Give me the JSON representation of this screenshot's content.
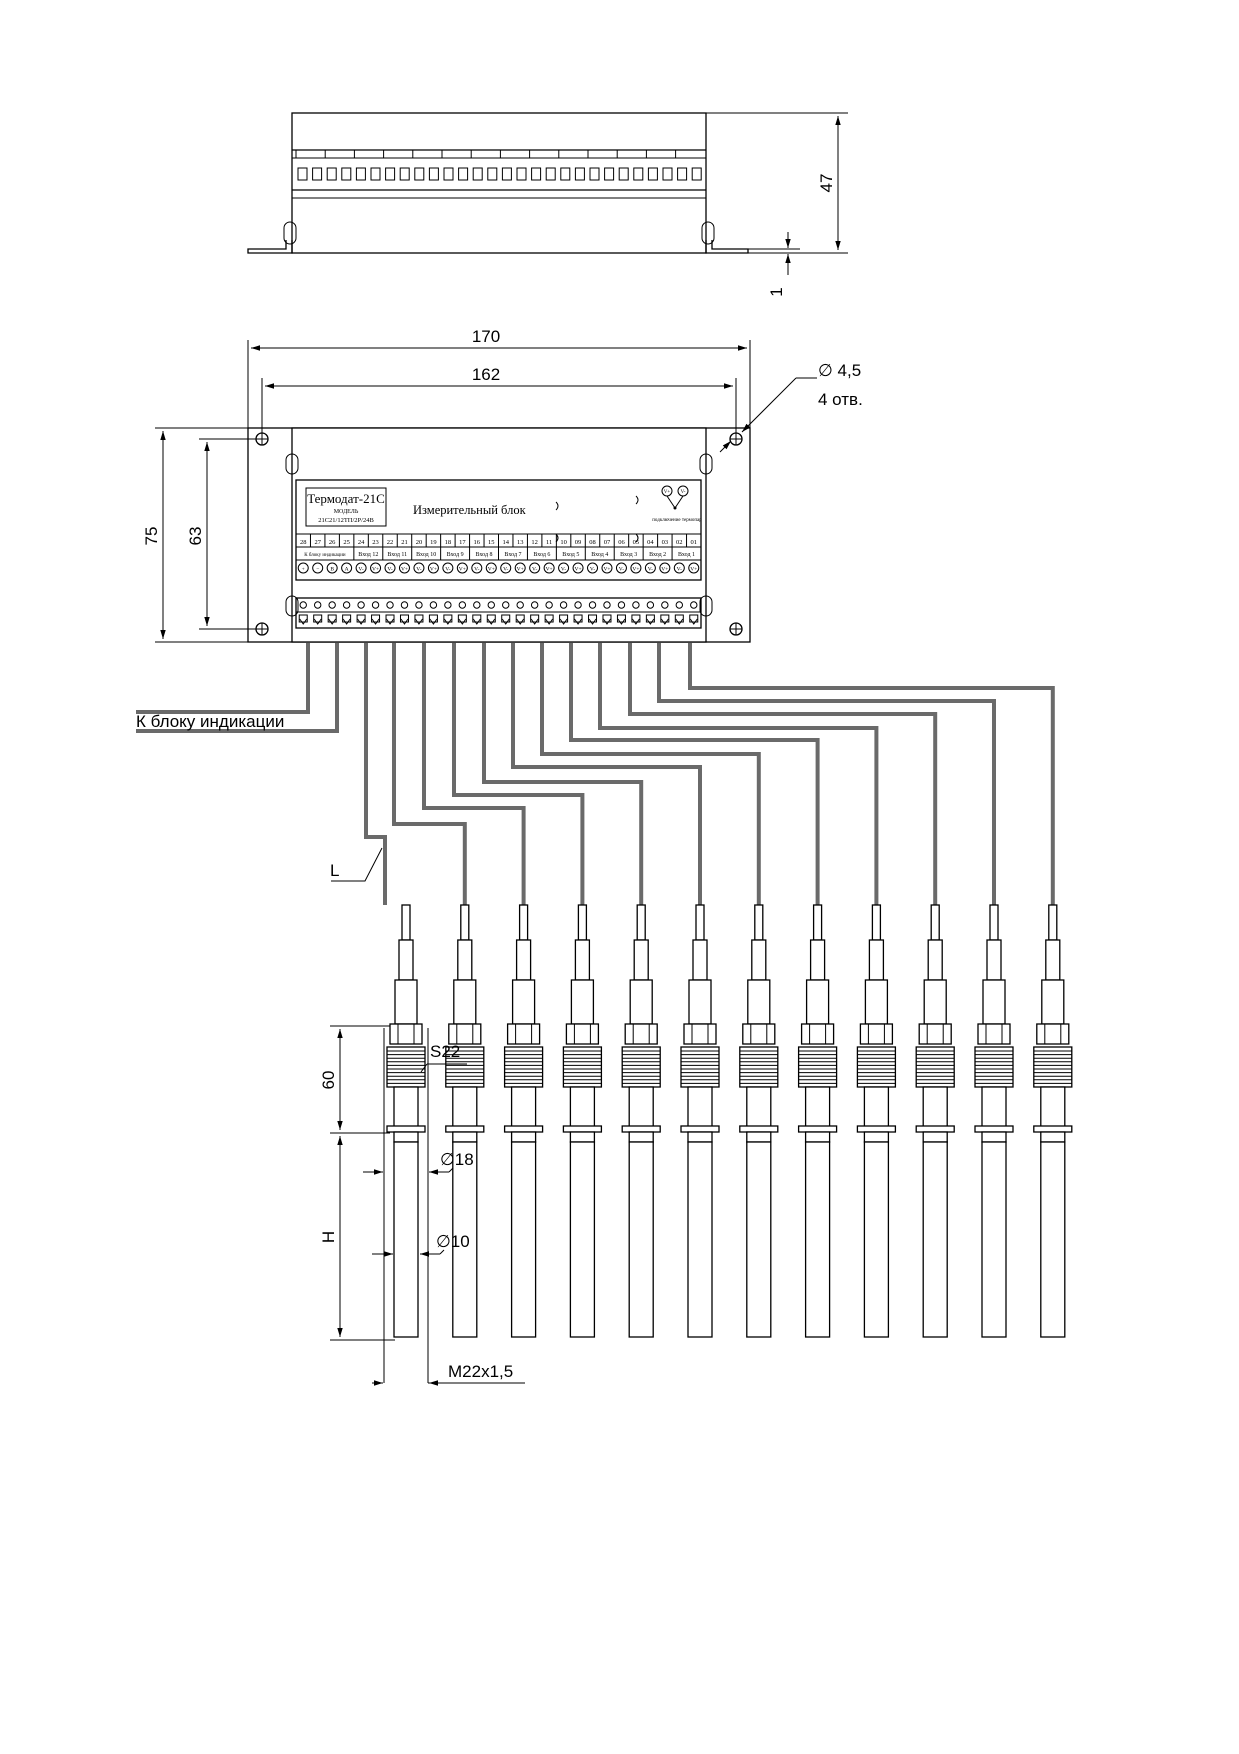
{
  "dimensions": {
    "height_top": "47",
    "flange": "1",
    "width_outer": "170",
    "width_holes": "162",
    "hole_dia": "∅ 4,5",
    "hole_count": "4 отв.",
    "height_outer": "75",
    "height_holes": "63",
    "cable_length": "L",
    "wrench_size": "S22",
    "fitting_height": "60",
    "dia_outer": "∅18",
    "immersion": "H",
    "dia_sheath": "∅10",
    "thread": "M22x1,5"
  },
  "unit": {
    "brand": "Термодат-21С",
    "model_caption": "МОДЕЛЬ",
    "model_code": "21С21/12ТП/2Р/24В",
    "title": "Измерительный блок",
    "thermocouple_note": "подключение термопар",
    "v_plus": "V+",
    "v_minus": "V-",
    "terminal_numbers": [
      "28",
      "27",
      "26",
      "25",
      "24",
      "23",
      "22",
      "21",
      "20",
      "19",
      "18",
      "17",
      "16",
      "15",
      "14",
      "13",
      "12",
      "11",
      "10",
      "09",
      "08",
      "07",
      "06",
      "05",
      "04",
      "03",
      "02",
      "01"
    ],
    "groups": [
      "К блоку индикации",
      "Вход 12",
      "Вход 11",
      "Вход 10",
      "Вход 9",
      "Вход 8",
      "Вход 7",
      "Вход 6",
      "Вход 5",
      "Вход 4",
      "Вход 3",
      "Вход 2",
      "Вход 1"
    ],
    "terminal_symbols": [
      "+",
      "−",
      "B",
      "A",
      "V-",
      "V+",
      "V-",
      "V+",
      "V-",
      "V+",
      "V-",
      "V+",
      "V-",
      "V+",
      "V-",
      "V+",
      "V-",
      "V+",
      "V-",
      "V+",
      "V-",
      "V+",
      "V-",
      "V+",
      "V-",
      "V+",
      "V-",
      "V+"
    ]
  },
  "indication_label": "К блоку индикации",
  "sensor_count": 12,
  "colors": {
    "wire": "#6a6a6a",
    "line": "#000000",
    "background": "#ffffff"
  }
}
